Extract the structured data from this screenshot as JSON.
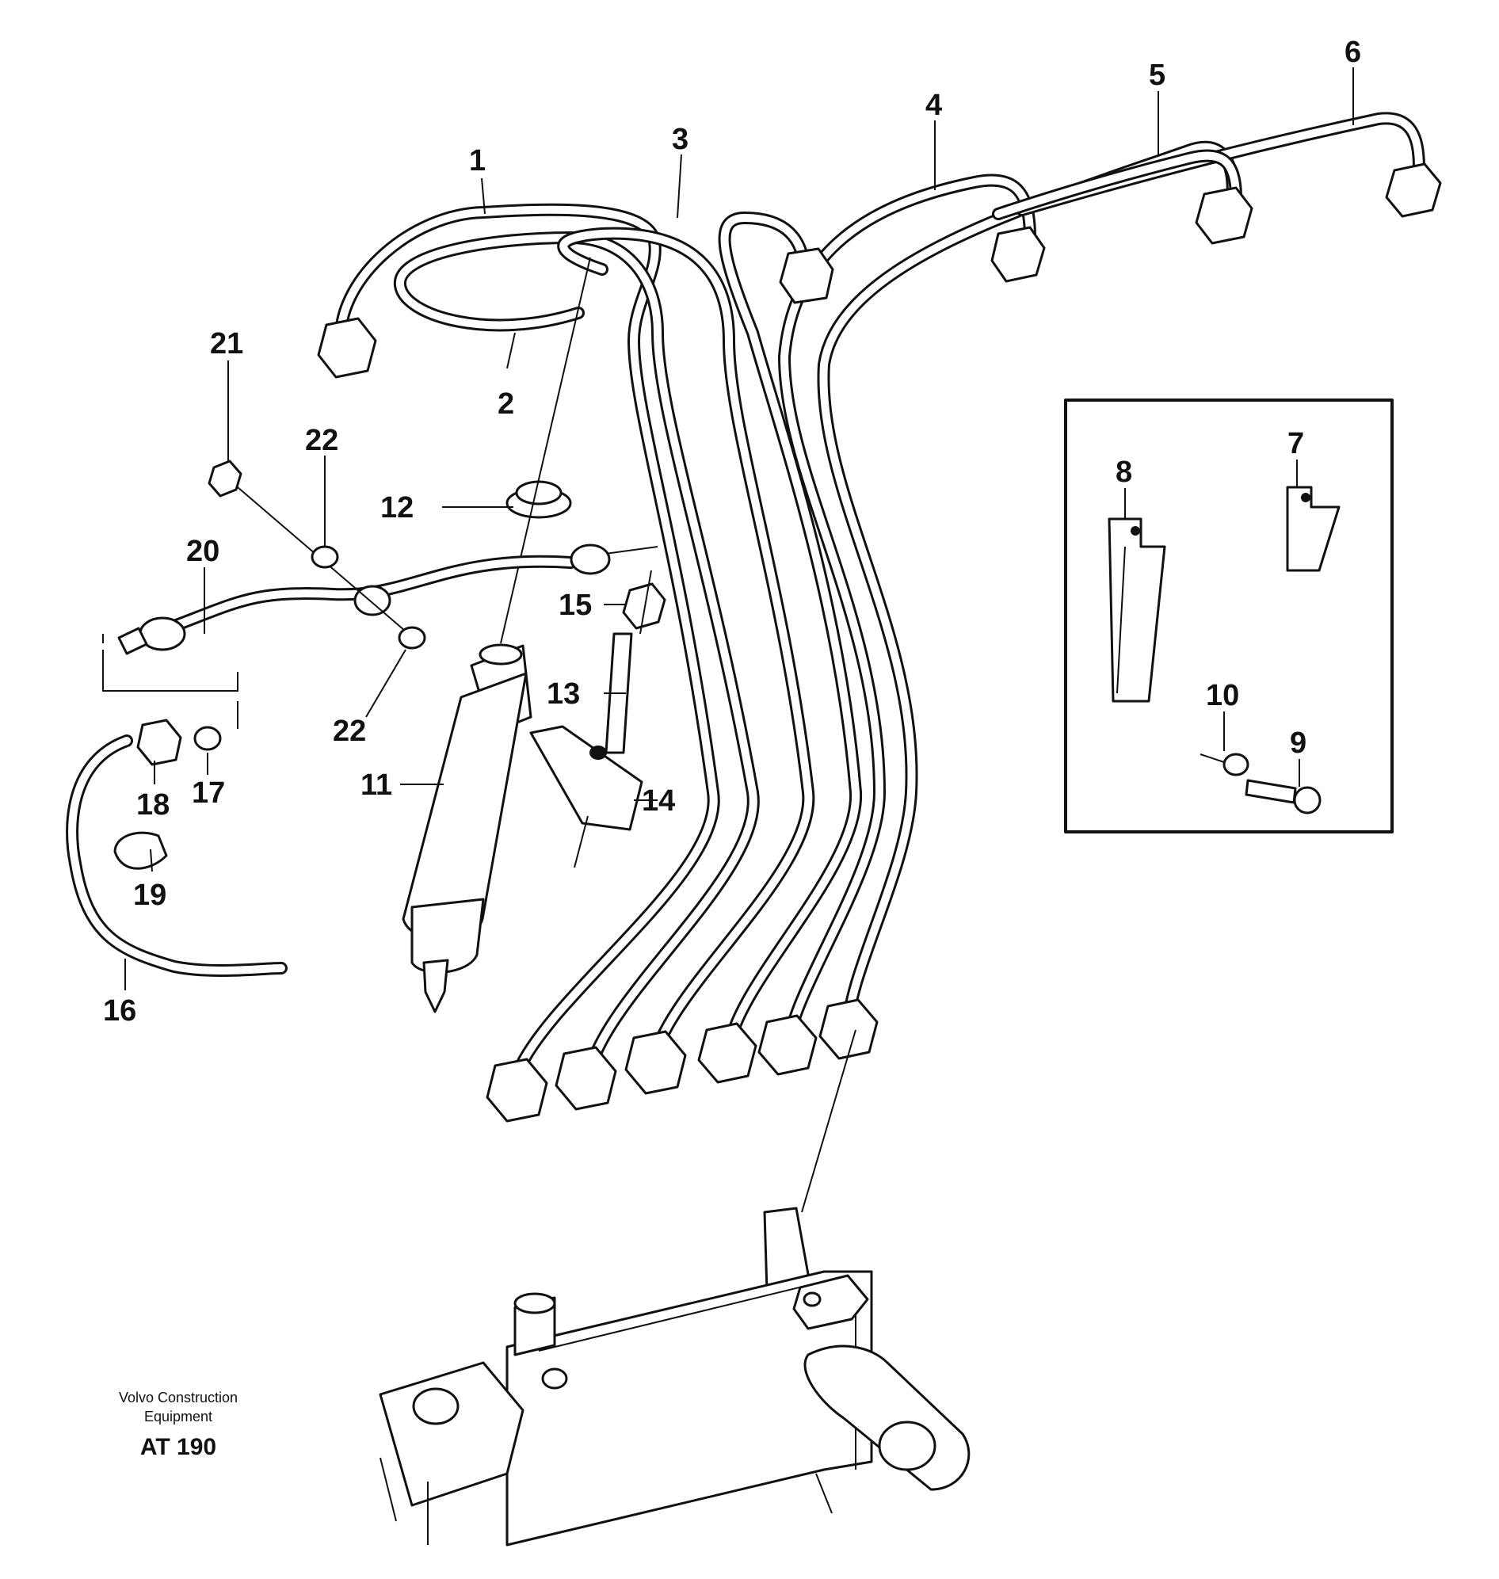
{
  "figure": {
    "company_line1": "Volvo Construction",
    "company_line2": "Equipment",
    "code": "AT 190"
  },
  "callouts": [
    {
      "id": "1",
      "label": "1"
    },
    {
      "id": "2",
      "label": "2"
    },
    {
      "id": "3",
      "label": "3"
    },
    {
      "id": "4",
      "label": "4"
    },
    {
      "id": "5",
      "label": "5"
    },
    {
      "id": "6",
      "label": "6"
    },
    {
      "id": "7",
      "label": "7"
    },
    {
      "id": "8",
      "label": "8"
    },
    {
      "id": "9",
      "label": "9"
    },
    {
      "id": "10",
      "label": "10"
    },
    {
      "id": "11",
      "label": "11"
    },
    {
      "id": "12",
      "label": "12"
    },
    {
      "id": "13",
      "label": "13"
    },
    {
      "id": "14",
      "label": "14"
    },
    {
      "id": "15",
      "label": "15"
    },
    {
      "id": "16",
      "label": "16"
    },
    {
      "id": "17",
      "label": "17"
    },
    {
      "id": "18",
      "label": "18"
    },
    {
      "id": "19",
      "label": "19"
    },
    {
      "id": "20",
      "label": "20"
    },
    {
      "id": "21",
      "label": "21"
    },
    {
      "id": "22a",
      "label": "22"
    },
    {
      "id": "22b",
      "label": "22"
    }
  ],
  "colors": {
    "ink": "#111111",
    "paper": "#ffffff"
  }
}
